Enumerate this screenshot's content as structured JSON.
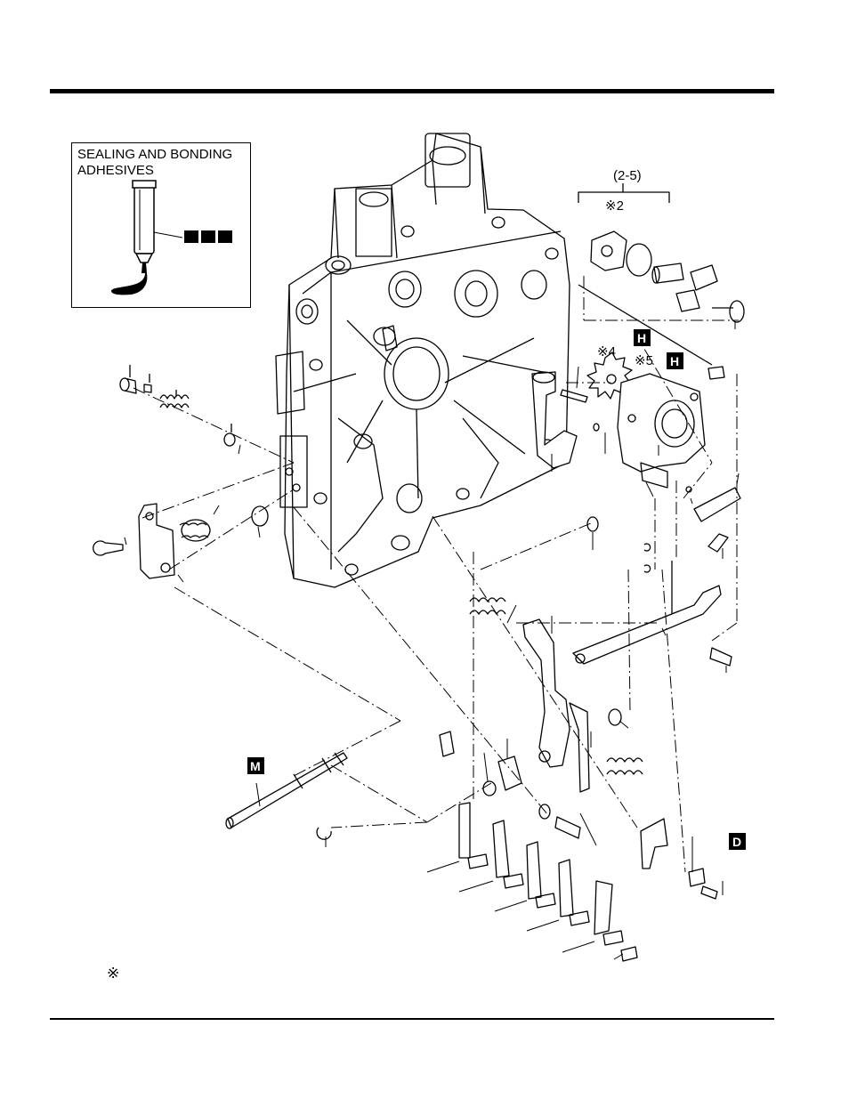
{
  "adhesive_box": {
    "title_line1": "SEALING AND BONDING",
    "title_line2": "ADHESIVES"
  },
  "labels": {
    "group_range": "(2-5)",
    "ref_2": "※2",
    "ref_4": "※4",
    "ref_5": "※5",
    "footnote_mark": "※"
  },
  "badges": {
    "h1": "H",
    "h2": "H",
    "m": "M",
    "d": "D"
  },
  "icons": [
    "adhesive-tube-icon"
  ]
}
